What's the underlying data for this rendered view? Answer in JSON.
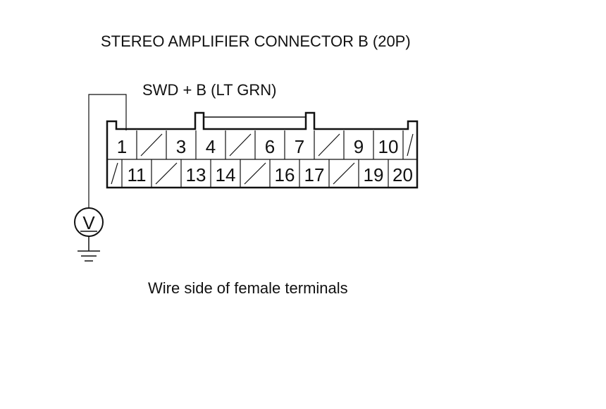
{
  "title": "STEREO AMPLIFIER CONNECTOR B (20P)",
  "wire_label": "SWD + B (LT GRN)",
  "footer": "Wire side of female terminals",
  "meter_symbol": "V",
  "connector": {
    "top_row": [
      "1",
      "",
      "3",
      "4",
      "",
      "6",
      "7",
      "",
      "9",
      "10",
      ""
    ],
    "bottom_row": [
      "",
      "11",
      "",
      "13",
      "14",
      "",
      "16",
      "17",
      "",
      "19",
      "20"
    ]
  },
  "icons": {
    "meter": "voltmeter-icon",
    "ground": "ground-icon"
  }
}
